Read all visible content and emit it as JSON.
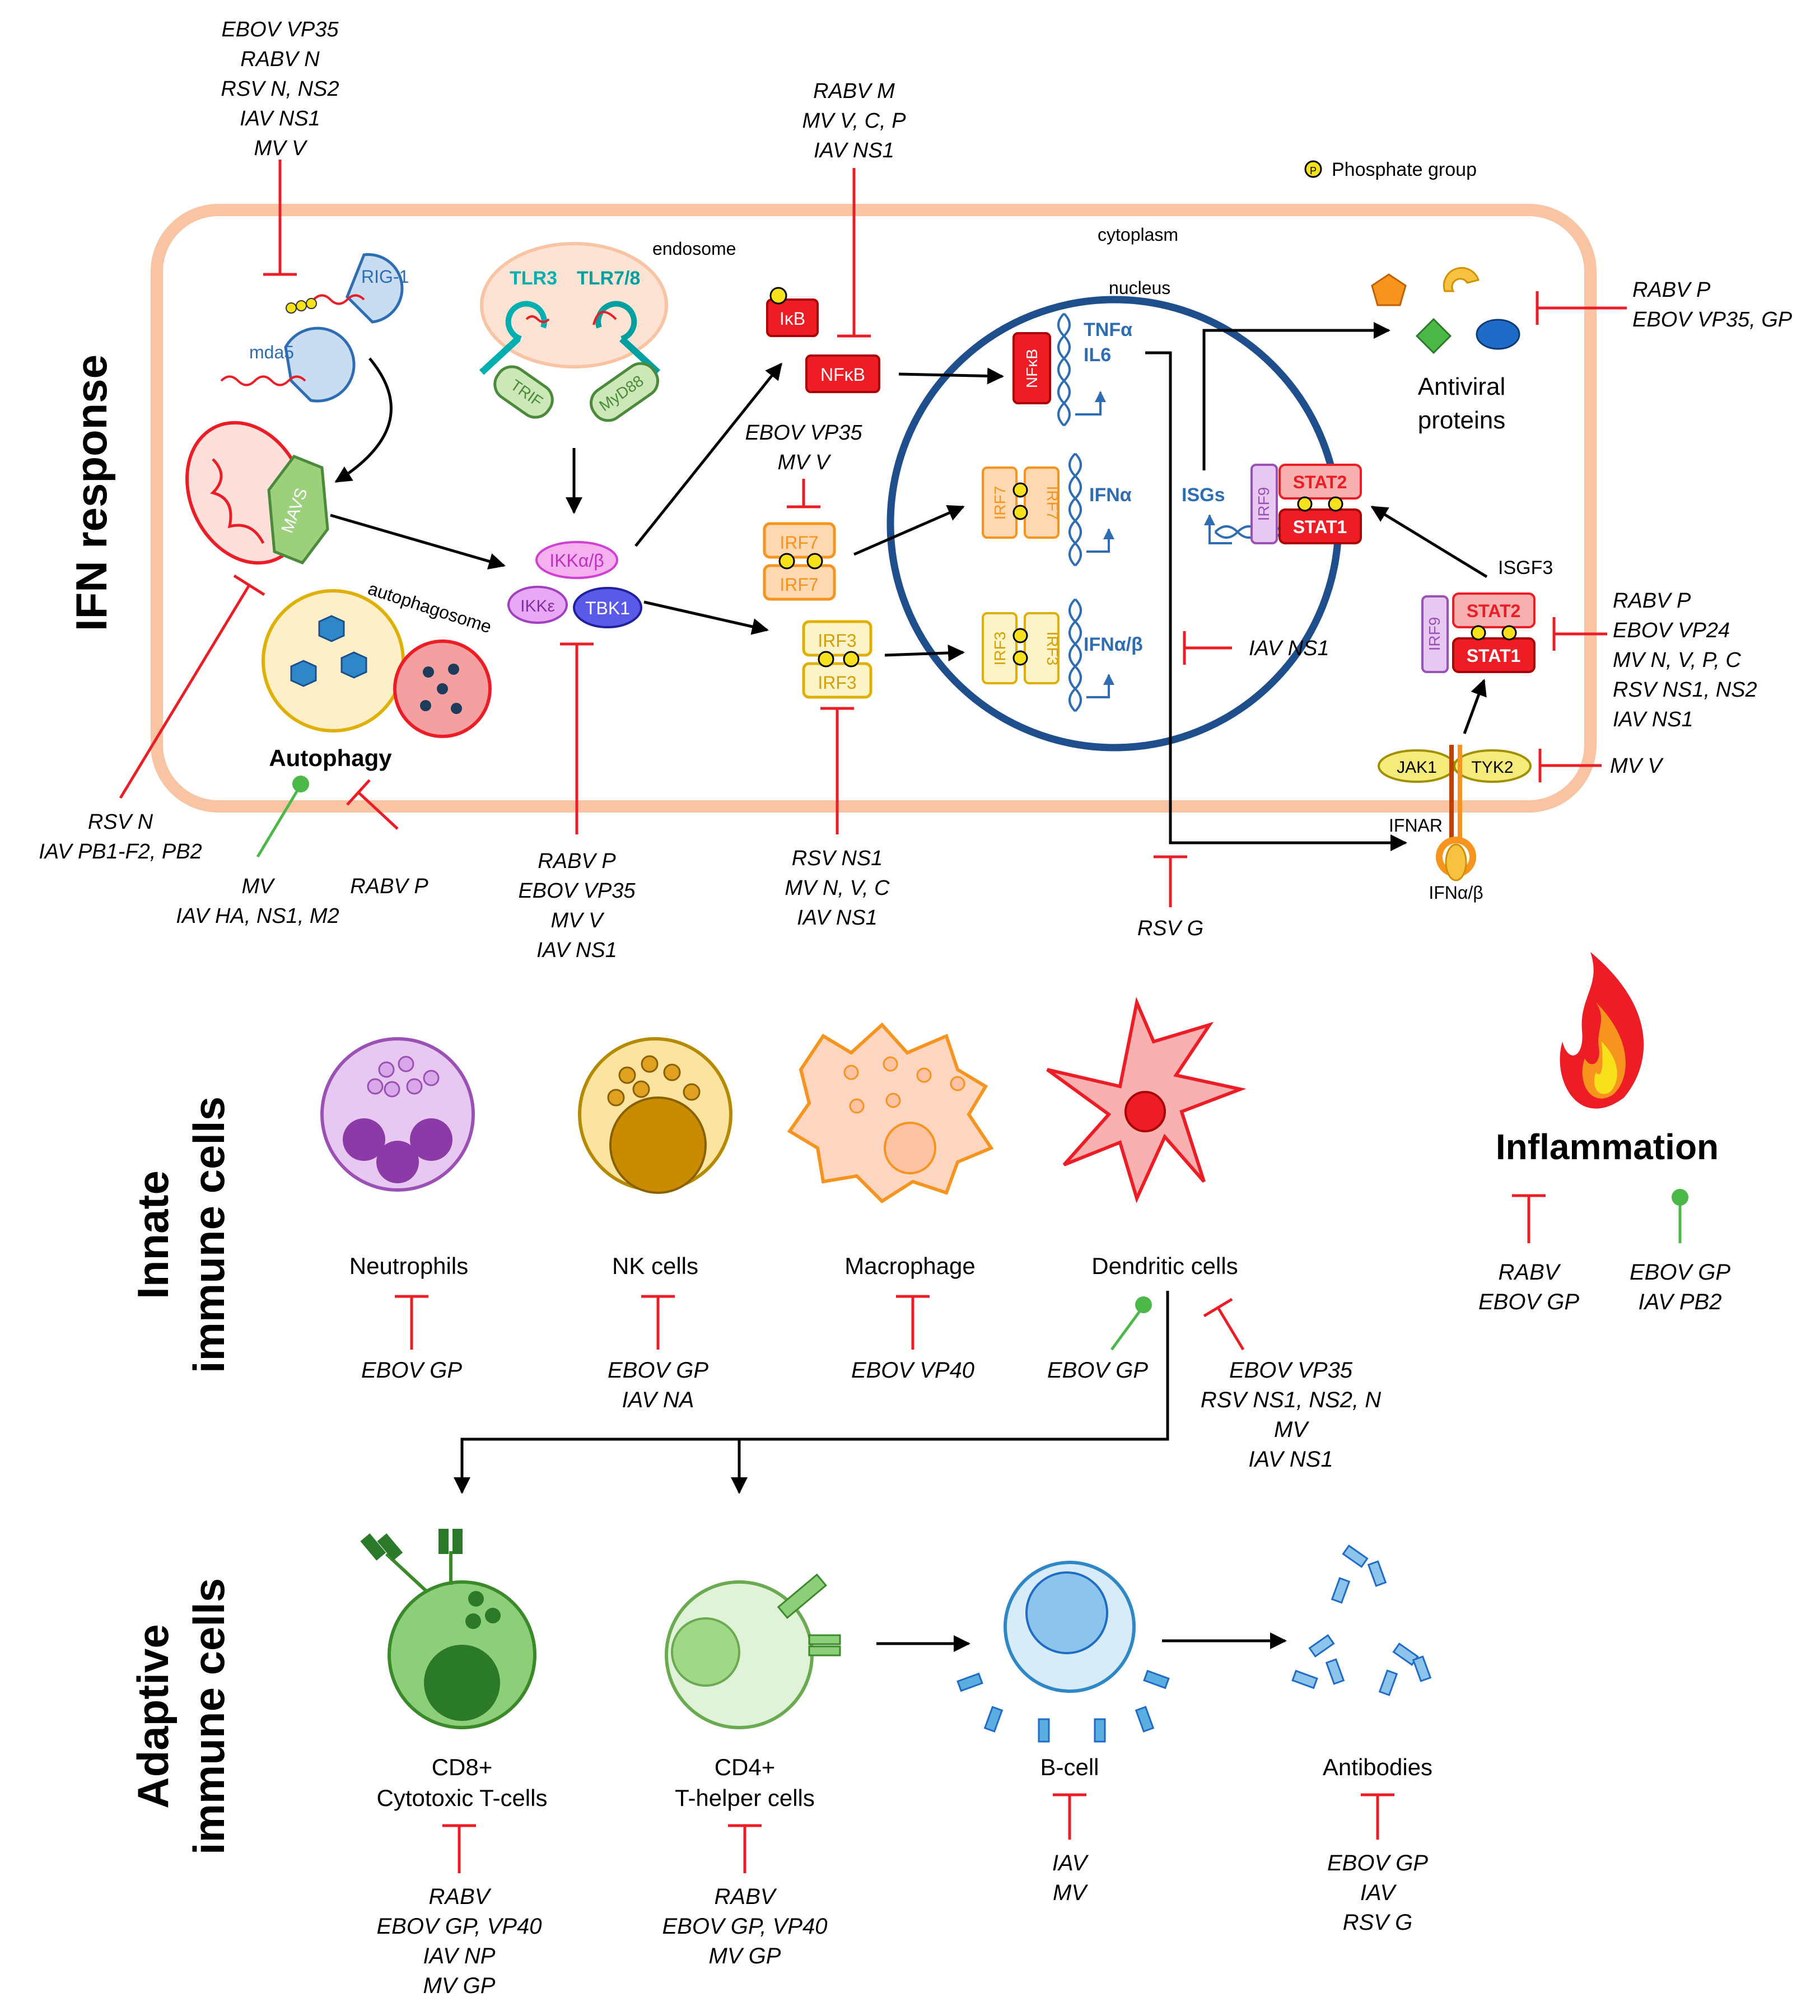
{
  "sections": {
    "ifn": "IFN response",
    "innate_1": "Innate",
    "innate_2": "immune cells",
    "adaptive_1": "Adaptive",
    "adaptive_2": "immune cells"
  },
  "legend": {
    "phosphate": "Phosphate group",
    "p_symbol": "P"
  },
  "regions": {
    "endosome": "endosome",
    "cytoplasm": "cytoplasm",
    "nucleus": "nucleus",
    "autophagosome": "autophagosome"
  },
  "labels": {
    "rig1": "RIG-1",
    "mda5": "mda5",
    "mavs": "MAVS",
    "tlr3": "TLR3",
    "tlr78": "TLR7/8",
    "trif": "TRIF",
    "myd88": "MyD88",
    "ikb": "IκB",
    "nfkb": "NFκB",
    "ikkab": "IKKα/β",
    "ikke": "IKKε",
    "tbk1": "TBK1",
    "irf7": "IRF7",
    "irf3": "IRF3",
    "irf9": "IRF9",
    "stat1": "STAT1",
    "stat2": "STAT2",
    "tnfa": "TNFα",
    "il6": "IL6",
    "ifna": "IFNα",
    "ifnab": "IFNα/β",
    "isgs": "ISGs",
    "isgf3": "ISGF3",
    "jak1": "JAK1",
    "tyk2": "TYK2",
    "ifnar": "IFNAR",
    "ifnab_ligand": "IFNα/β",
    "antiviral_1": "Antiviral",
    "antiviral_2": "proteins",
    "autophagy": "Autophagy",
    "inflammation": "Inflammation"
  },
  "annotations": {
    "rig_block": [
      "EBOV VP35",
      "RABV N",
      "RSV N, NS2",
      "IAV NS1",
      "MV V"
    ],
    "nfkb_block": [
      "RABV M",
      "MV V, C, P",
      "IAV NS1"
    ],
    "irf7_block": [
      "EBOV VP35",
      "MV V"
    ],
    "antiviral_block": [
      "RABV P",
      "EBOV VP35, GP"
    ],
    "stat_block": [
      "RABV P",
      "EBOV VP24",
      "MV N, V, P, C",
      "RSV NS1, NS2",
      "IAV NS1"
    ],
    "jak_block": [
      "MV V"
    ],
    "ifnab_block": [
      "IAV NS1"
    ],
    "mavs_block": [
      "RSV N",
      "IAV PB1-F2, PB2"
    ],
    "autophagy_promote": [
      "MV",
      "IAV HA, NS1, M2"
    ],
    "autophagy_block": [
      "RABV P"
    ],
    "tbk_block": [
      "RABV P",
      "EBOV VP35",
      "MV V",
      "IAV NS1"
    ],
    "irf3_block": [
      "RSV NS1",
      "MV N, V, C",
      "IAV NS1"
    ],
    "ifnar_block": [
      "RSV G"
    ],
    "inflam_block": [
      "RABV",
      "EBOV GP"
    ],
    "inflam_promote": [
      "EBOV GP",
      "IAV PB2"
    ]
  },
  "innate_cells": [
    {
      "label": "Neutrophils",
      "block": [
        "EBOV GP"
      ]
    },
    {
      "label": "NK cells",
      "block": [
        "EBOV GP",
        "IAV NA"
      ]
    },
    {
      "label": "Macrophage",
      "block": [
        "EBOV VP40"
      ]
    },
    {
      "label": "Dendritic cells",
      "promote": [
        "EBOV GP"
      ],
      "block": [
        "EBOV VP35",
        "RSV NS1, NS2, N",
        "MV",
        "IAV NS1"
      ]
    }
  ],
  "adaptive_cells": [
    {
      "label_1": "CD8+",
      "label_2": "Cytotoxic T-cells",
      "block": [
        "RABV",
        "EBOV GP, VP40",
        "IAV NP",
        "MV GP"
      ]
    },
    {
      "label_1": "CD4+",
      "label_2": "T-helper cells",
      "block": [
        "RABV",
        "EBOV GP, VP40",
        "MV GP"
      ]
    },
    {
      "label_1": "B-cell",
      "block": [
        "IAV",
        "MV"
      ]
    },
    {
      "label_1": "Antibodies",
      "block": [
        "EBOV GP",
        "IAV",
        "RSV G"
      ]
    }
  ],
  "colors": {
    "inhibit": "#ee1c25",
    "promote": "#4cb848",
    "cell_border": "#f8c4a4",
    "nucleus": "#1e4f8c",
    "gene_blue": "#2e6db4",
    "nfkb_red": "#ee1c25",
    "irf7_orange": "#f7941d",
    "irf3_yellow": "#f2c94c",
    "irf9_purple": "#b47cc7",
    "phosphate": "#f7e11b"
  }
}
